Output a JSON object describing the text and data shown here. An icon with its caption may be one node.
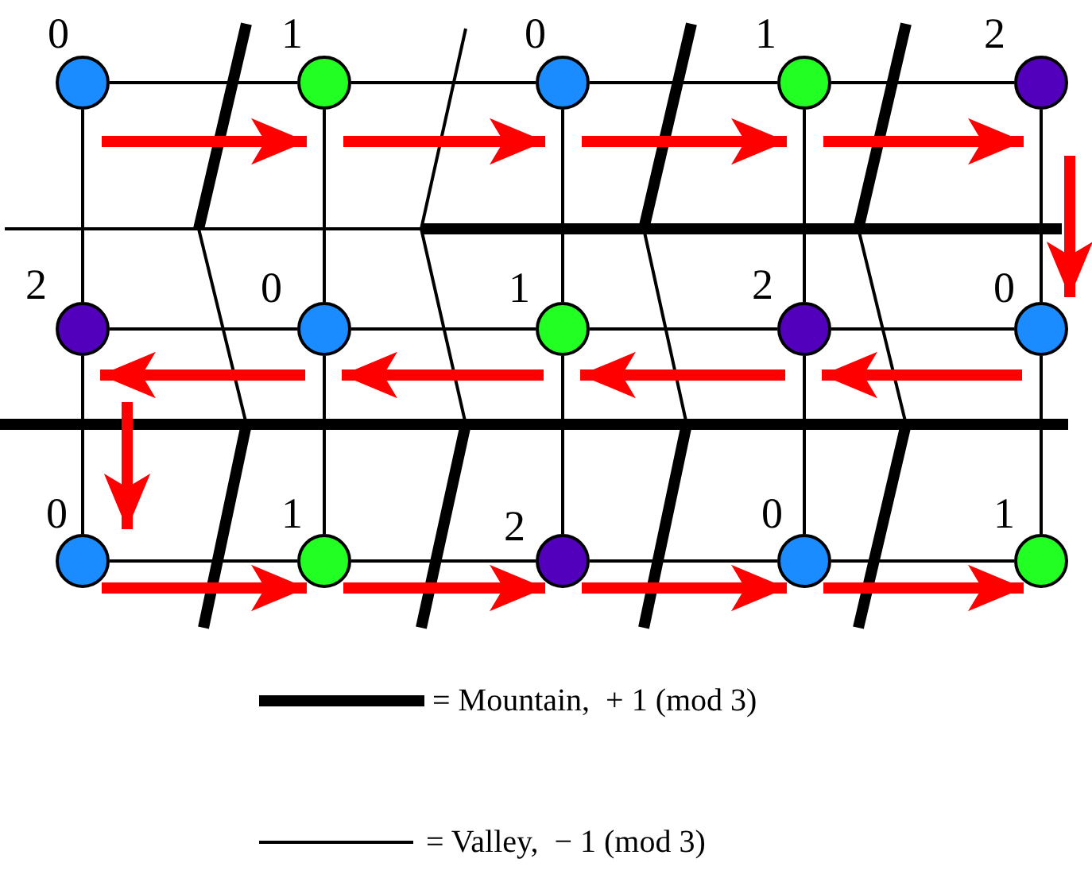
{
  "diagram": {
    "nodes": [
      {
        "text": [],
        "shape": "circle",
        "beside": [
          "0"
        ]
      },
      {
        "text": [],
        "shape": "circle",
        "beside": [
          "1"
        ]
      },
      {
        "text": [],
        "shape": "circle",
        "beside": [
          "0"
        ]
      },
      {
        "text": [],
        "shape": "circle",
        "beside": [
          "1"
        ]
      },
      {
        "text": [],
        "shape": "circle",
        "beside": [
          "2"
        ]
      },
      {
        "text": [],
        "shape": "circle",
        "beside": [
          "2"
        ]
      },
      {
        "text": [],
        "shape": "circle",
        "beside": [
          "0"
        ]
      },
      {
        "text": [],
        "shape": "circle",
        "beside": [
          "1"
        ]
      },
      {
        "text": [],
        "shape": "circle",
        "beside": [
          "2"
        ]
      },
      {
        "text": [],
        "shape": "circle",
        "beside": [
          "0"
        ]
      },
      {
        "text": [],
        "shape": "circle",
        "beside": [
          "0"
        ]
      },
      {
        "text": [],
        "shape": "circle",
        "beside": [
          "1"
        ]
      },
      {
        "text": [],
        "shape": "circle",
        "beside": [
          "2"
        ]
      },
      {
        "text": [],
        "shape": "circle",
        "beside": [
          "0"
        ]
      },
      {
        "text": [],
        "shape": "circle",
        "beside": [
          "1"
        ]
      }
    ],
    "edges": [
      {
        "from": 0,
        "to": 1,
        "arrow": "none"
      },
      {
        "from": 1,
        "to": 2,
        "arrow": "none"
      },
      {
        "from": 2,
        "to": 3,
        "arrow": "none"
      },
      {
        "from": 3,
        "to": 4,
        "arrow": "none"
      },
      {
        "from": 5,
        "to": 6,
        "arrow": "none"
      },
      {
        "from": 6,
        "to": 7,
        "arrow": "none"
      },
      {
        "from": 7,
        "to": 8,
        "arrow": "none"
      },
      {
        "from": 8,
        "to": 9,
        "arrow": "none"
      },
      {
        "from": 10,
        "to": 11,
        "arrow": "none"
      },
      {
        "from": 11,
        "to": 12,
        "arrow": "none"
      },
      {
        "from": 12,
        "to": 13,
        "arrow": "none"
      },
      {
        "from": 13,
        "to": 14,
        "arrow": "none"
      },
      {
        "from": 0,
        "to": 5,
        "arrow": "none"
      },
      {
        "from": 1,
        "to": 6,
        "arrow": "none"
      },
      {
        "from": 2,
        "to": 7,
        "arrow": "none"
      },
      {
        "from": 3,
        "to": 8,
        "arrow": "none"
      },
      {
        "from": 4,
        "to": 9,
        "arrow": "none"
      },
      {
        "from": 5,
        "to": 10,
        "arrow": "none"
      },
      {
        "from": 6,
        "to": 11,
        "arrow": "none"
      },
      {
        "from": 7,
        "to": 12,
        "arrow": "none"
      },
      {
        "from": 8,
        "to": 13,
        "arrow": "none"
      },
      {
        "from": 9,
        "to": 14,
        "arrow": "none"
      },
      {
        "from": 0,
        "to": 1,
        "arrow": "to",
        "style": "thick",
        "color": "#ff0000"
      },
      {
        "from": 1,
        "to": 2,
        "arrow": "to",
        "style": "thick",
        "color": "#ff0000"
      },
      {
        "from": 2,
        "to": 3,
        "arrow": "to",
        "style": "thick",
        "color": "#ff0000"
      },
      {
        "from": 3,
        "to": 4,
        "arrow": "to",
        "style": "thick",
        "color": "#ff0000"
      },
      {
        "from": 4,
        "to": 9,
        "arrow": "to",
        "style": "thick",
        "color": "#ff0000"
      },
      {
        "from": 9,
        "to": 8,
        "arrow": "to",
        "style": "thick",
        "color": "#ff0000"
      },
      {
        "from": 8,
        "to": 7,
        "arrow": "to",
        "style": "thick",
        "color": "#ff0000"
      },
      {
        "from": 7,
        "to": 6,
        "arrow": "to",
        "style": "thick",
        "color": "#ff0000"
      },
      {
        "from": 6,
        "to": 5,
        "arrow": "to",
        "style": "thick",
        "color": "#ff0000"
      },
      {
        "from": 5,
        "to": 10,
        "arrow": "to",
        "style": "thick",
        "color": "#ff0000"
      },
      {
        "from": 10,
        "to": 11,
        "arrow": "to",
        "style": "thick",
        "color": "#ff0000"
      },
      {
        "from": 11,
        "to": 12,
        "arrow": "to",
        "style": "thick",
        "color": "#ff0000"
      },
      {
        "from": 12,
        "to": 13,
        "arrow": "to",
        "style": "thick",
        "color": "#ff0000"
      },
      {
        "from": 13,
        "to": 14,
        "arrow": "to",
        "style": "thick",
        "color": "#ff0000"
      }
    ],
    "legend": [
      {
        "text": "= Mountain,  + 1 (mod 3)"
      },
      {
        "text": "= Valley,  − 1 (mod 3)"
      }
    ]
  }
}
